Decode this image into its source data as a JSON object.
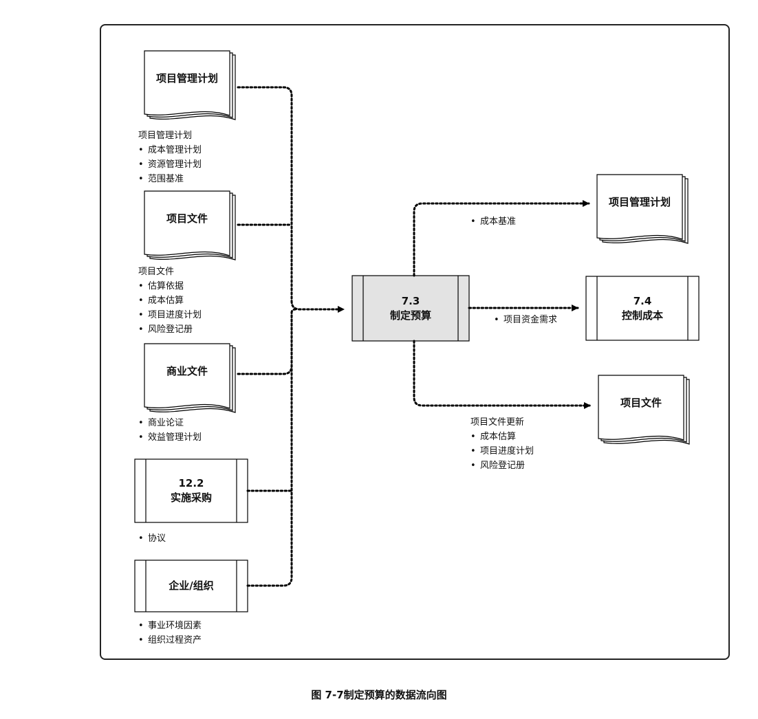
{
  "diagram": {
    "caption": "图 7-7制定预算的数据流向图",
    "center_process": {
      "number": "7.3",
      "name": "制定预算"
    },
    "inputs": [
      {
        "id": "pm-plan",
        "kind": "document",
        "label": "项目管理计划",
        "details": {
          "title": "项目管理计划",
          "items": [
            "成本管理计划",
            "资源管理计划",
            "范围基准"
          ]
        }
      },
      {
        "id": "project-docs",
        "kind": "document",
        "label": "项目文件",
        "details": {
          "title": "项目文件",
          "items": [
            "估算依据",
            "成本估算",
            "项目进度计划",
            "风险登记册"
          ]
        }
      },
      {
        "id": "business-docs",
        "kind": "document",
        "label": "商业文件",
        "details": {
          "title": "",
          "items": [
            "商业论证",
            "效益管理计划"
          ]
        }
      },
      {
        "id": "conduct-procurement",
        "kind": "process",
        "number": "12.2",
        "label": "实施采购",
        "details": {
          "title": "",
          "items": [
            "协议"
          ]
        }
      },
      {
        "id": "enterprise-org",
        "kind": "process",
        "number": "",
        "label": "企业/组织",
        "details": {
          "title": "",
          "items": [
            "事业环境因素",
            "组织过程资产"
          ]
        }
      }
    ],
    "outputs": [
      {
        "id": "out-pm-plan",
        "kind": "document",
        "label": "项目管理计划",
        "flow_label": "成本基准"
      },
      {
        "id": "out-control-costs",
        "kind": "process",
        "number": "7.4",
        "label": "控制成本",
        "flow_label": "项目资金需求"
      },
      {
        "id": "out-project-docs",
        "kind": "document",
        "label": "项目文件",
        "details": {
          "title": "项目文件更新",
          "items": [
            "成本估算",
            "项目进度计划",
            "风险登记册"
          ]
        }
      }
    ]
  }
}
